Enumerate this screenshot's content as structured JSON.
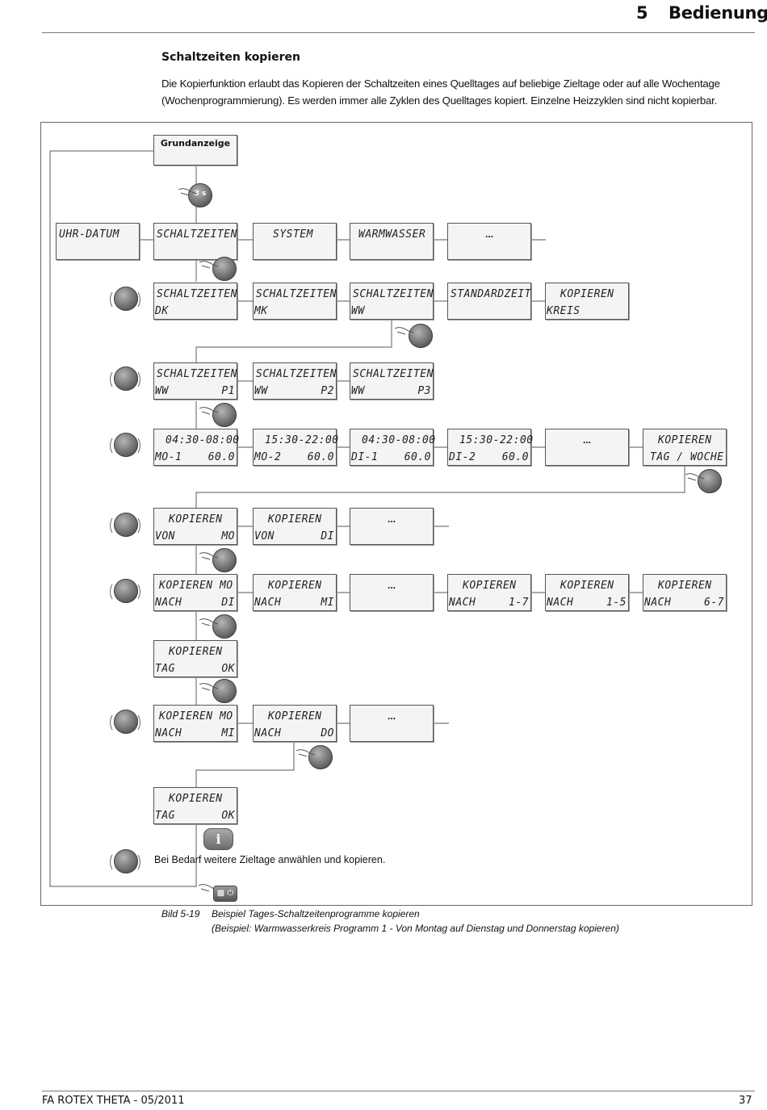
{
  "header": {
    "chapter_number": "5",
    "chapter_title": "Bedienung"
  },
  "section": {
    "title": "Schaltzeiten kopieren",
    "intro_line1": "Die Kopierfunktion erlaubt das Kopieren der Schaltzeiten eines Quelltages auf beliebige Zieltage oder auf alle Wochentage",
    "intro_line2": "(Wochenprogrammierung). Es werden immer alle Zyklen des Quelltages kopiert. Einzelne Heizzyklen sind nicht kopierbar."
  },
  "diagram": {
    "grundanzeige": "Grundanzeige",
    "press_3s": "3 s",
    "menu": [
      "UHR-DATUM",
      "SCHALTZEITEN",
      "SYSTEM",
      "WARMWASSER",
      "..."
    ],
    "schaltzeiten": [
      {
        "l1": "SCHALTZEITEN",
        "l2": "DK",
        "r2": ""
      },
      {
        "l1": "SCHALTZEITEN",
        "l2": "MK",
        "r2": ""
      },
      {
        "l1": "SCHALTZEITEN",
        "l2": "WW",
        "r2": ""
      },
      {
        "l1": "STANDARDZEIT",
        "l2": "",
        "r2": ""
      },
      {
        "l1": "KOPIEREN",
        "l2": "KREIS",
        "r2": ""
      }
    ],
    "programme": [
      {
        "l1": "SCHALTZEITEN",
        "l2": "WW",
        "r2": "P1"
      },
      {
        "l1": "SCHALTZEITEN",
        "l2": "WW",
        "r2": "P2"
      },
      {
        "l1": "SCHALTZEITEN",
        "l2": "WW",
        "r2": "P3"
      }
    ],
    "zyklen": [
      {
        "l1": "04:30-08:00",
        "l2": "MO-1",
        "r2": "60.0"
      },
      {
        "l1": "15:30-22:00",
        "l2": "MO-2",
        "r2": "60.0"
      },
      {
        "l1": "04:30-08:00",
        "l2": "DI-1",
        "r2": "60.0"
      },
      {
        "l1": "15:30-22:00",
        "l2": "DI-2",
        "r2": "60.0"
      },
      {
        "dots": "..."
      },
      {
        "l1": "KOPIEREN",
        "l2": "TAG / WOCHE",
        "r2": ""
      }
    ],
    "kopieren_von": [
      {
        "l1": "KOPIEREN",
        "l2": "VON",
        "r2": "MO"
      },
      {
        "l1": "KOPIEREN",
        "l2": "VON",
        "r2": "DI"
      },
      {
        "dots": "..."
      }
    ],
    "kopieren_nach": [
      {
        "l1": "KOPIEREN MO",
        "l2": "NACH",
        "r2": "DI"
      },
      {
        "l1": "KOPIEREN",
        "l2": "NACH",
        "r2": "MI"
      },
      {
        "dots": "..."
      },
      {
        "l1": "KOPIEREN",
        "l2": "NACH",
        "r2": "1-7"
      },
      {
        "l1": "KOPIEREN",
        "l2": "NACH",
        "r2": "1-5"
      },
      {
        "l1": "KOPIEREN",
        "l2": "NACH",
        "r2": "6-7"
      }
    ],
    "tag_ok_1": {
      "l1": "KOPIEREN",
      "l2": "TAG",
      "r2": "OK"
    },
    "kopieren_nach_2": [
      {
        "l1": "KOPIEREN MO",
        "l2": "NACH",
        "r2": "MI"
      },
      {
        "l1": "KOPIEREN",
        "l2": "NACH",
        "r2": "DO"
      },
      {
        "dots": "..."
      }
    ],
    "tag_ok_2": {
      "l1": "KOPIEREN",
      "l2": "TAG",
      "r2": "OK"
    },
    "info_icon": "i",
    "note": "Bei Bedarf weitere Zieltage anwählen und kopieren."
  },
  "caption": {
    "label": "Bild 5-19",
    "line1": "Beispiel Tages-Schaltzeitenprogramme kopieren",
    "line2": "(Beispiel: Warmwasserkreis Programm 1 - Von Montag auf Dienstag und Donnerstag kopieren)"
  },
  "footer": {
    "left": "FA ROTEX THETA - 05/2011",
    "right": "37"
  }
}
